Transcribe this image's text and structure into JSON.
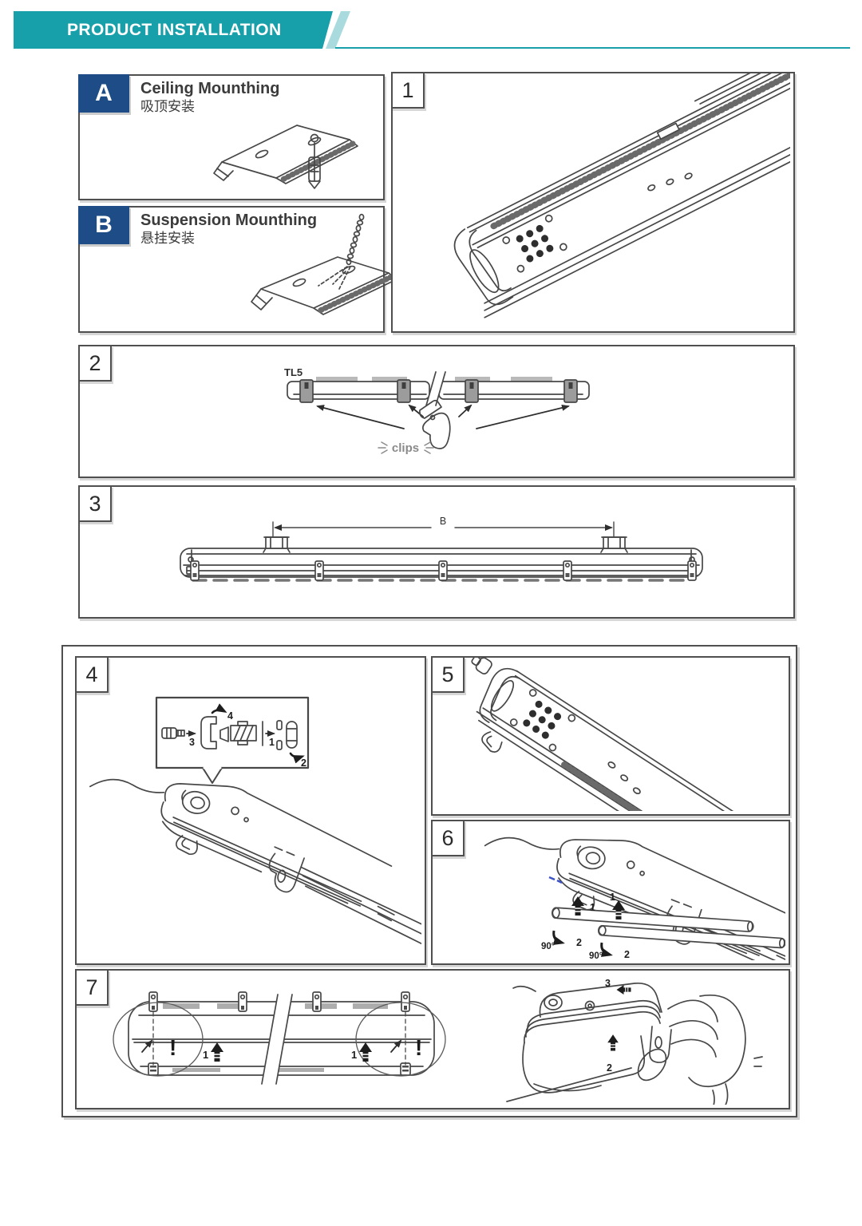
{
  "header": {
    "title": "PRODUCT INSTALLATION"
  },
  "colors": {
    "banner_teal": "#18A0AA",
    "banner_teal_light": "#A9DBDE",
    "badge_navy": "#1D4C86",
    "panel_border": "#4F4F4F",
    "line_art": "#474747",
    "clip_gray": "#9C9C9C",
    "label_gray": "#8A8A8A",
    "ink_blue": "#3D53C5"
  },
  "mounting": {
    "a": {
      "letter": "A",
      "title": "Ceiling Mounthing",
      "subtitle": "吸顶安装"
    },
    "b": {
      "letter": "B",
      "title": "Suspension Mounthing",
      "subtitle": "悬挂安装"
    }
  },
  "steps": {
    "s1": {
      "num": "1"
    },
    "s2": {
      "num": "2",
      "model": "TL5",
      "clips_label": "clips"
    },
    "s3": {
      "num": "3",
      "dim_label": "B"
    },
    "s4": {
      "num": "4",
      "k1": "1",
      "k2": "2",
      "k3": "3",
      "k4": "4"
    },
    "s5": {
      "num": "5"
    },
    "s6": {
      "num": "6",
      "k1a": "1",
      "k1b": "1",
      "k2a": "2",
      "k2b": "2",
      "deg_a": "90°",
      "deg_b": "90°"
    },
    "s7": {
      "num": "7",
      "k1a": "1",
      "k1b": "1",
      "k2": "2",
      "k3": "3",
      "warn_a": "!",
      "warn_b": "!"
    }
  }
}
